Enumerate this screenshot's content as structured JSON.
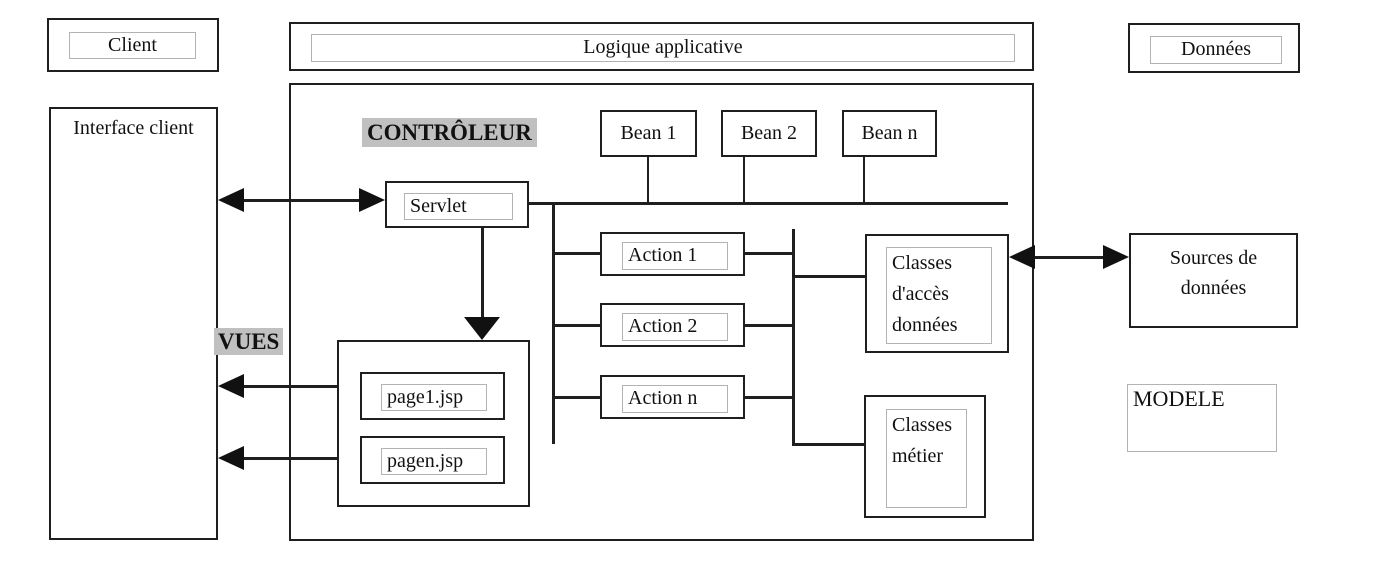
{
  "layers": {
    "client": "Client",
    "logic": "Logique applicative",
    "data": "Données"
  },
  "labels": {
    "controleur": "CONTRÔLEUR",
    "vues": "VUES",
    "modele": "MODELE"
  },
  "nodes": {
    "interface_client": "Interface client",
    "servlet": "Servlet",
    "classes_acces": "Classes d'accès données",
    "classes_metier": "Classes métier",
    "sources_donnees": "Sources de données"
  },
  "beans": [
    {
      "label": "Bean 1"
    },
    {
      "label": "Bean 2"
    },
    {
      "label": "Bean n"
    }
  ],
  "actions": [
    {
      "label": "Action 1"
    },
    {
      "label": "Action 2"
    },
    {
      "label": "Action n"
    }
  ],
  "pages": [
    {
      "label": "page1.jsp"
    },
    {
      "label": "pagen.jsp"
    }
  ],
  "colors": {
    "line": "#1f1f1f",
    "highlight": "#c0c0c0",
    "field_border": "#b3b3b3"
  }
}
